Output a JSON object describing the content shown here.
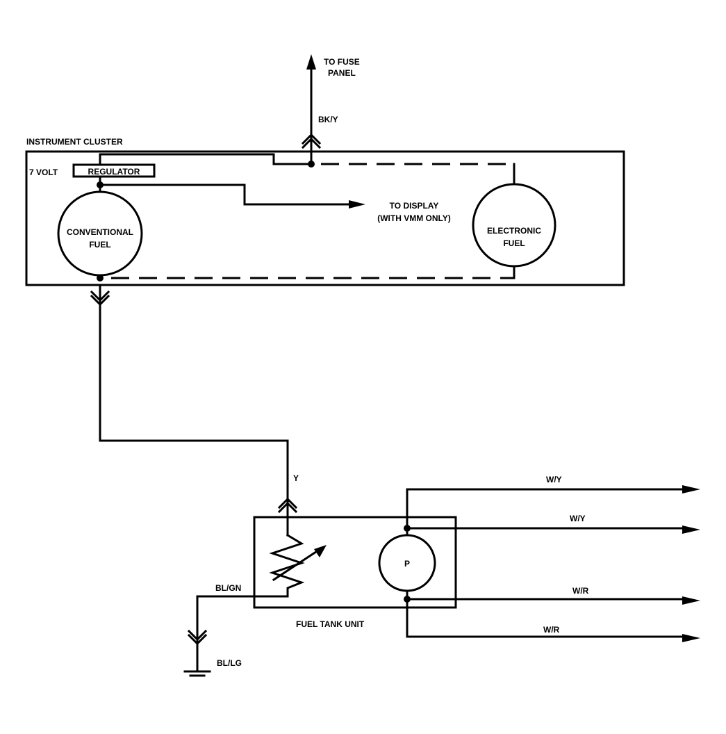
{
  "labels": {
    "to_fuse_panel_line1": "TO FUSE",
    "to_fuse_panel_line2": "PANEL",
    "wire_bky": "BK/Y",
    "instrument_cluster": "INSTRUMENT CLUSTER",
    "seven_volt": "7 VOLT",
    "regulator": "REGULATOR",
    "to_display_line1": "TO DISPLAY",
    "to_display_line2": "(WITH VMM ONLY)",
    "conventional_fuel_line1": "CONVENTIONAL",
    "conventional_fuel_line2": "FUEL",
    "electronic_fuel_line1": "ELECTRONIC",
    "electronic_fuel_line2": "FUEL",
    "wire_y": "Y",
    "wire_bl_gn": "BL/GN",
    "fuel_tank_unit": "FUEL TANK UNIT",
    "pump": "P",
    "ground_wire": "BL/LG",
    "out_wire_1": "W/Y",
    "out_wire_2": "W/Y",
    "out_wire_3": "W/R",
    "out_wire_4": "W/R"
  }
}
